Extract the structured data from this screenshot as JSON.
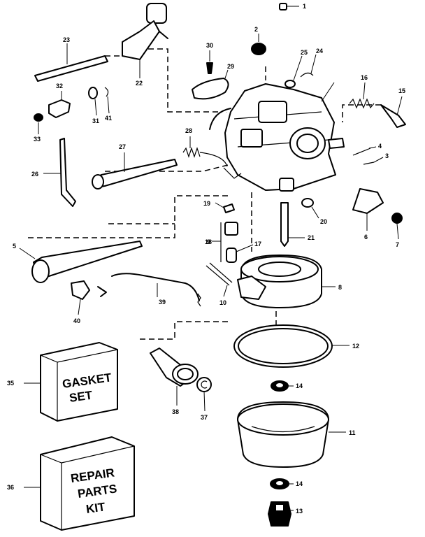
{
  "diagram": {
    "part_numbers": [
      "1",
      "2",
      "4",
      "3",
      "5",
      "6",
      "7",
      "8",
      "9",
      "10",
      "11",
      "12",
      "13",
      "14",
      "14",
      "15",
      "16",
      "17",
      "18",
      "19",
      "20",
      "21",
      "22",
      "23",
      "24",
      "25",
      "26",
      "27",
      "28",
      "29",
      "30",
      "31",
      "32",
      "33",
      "35",
      "36",
      "37",
      "38",
      "39",
      "40",
      "41"
    ],
    "gasket_kit": {
      "line1": "GASKET",
      "line2": "SET"
    },
    "repair_kit": {
      "line1": "REPAIR",
      "line2": "PARTS",
      "line3": "KIT"
    }
  }
}
